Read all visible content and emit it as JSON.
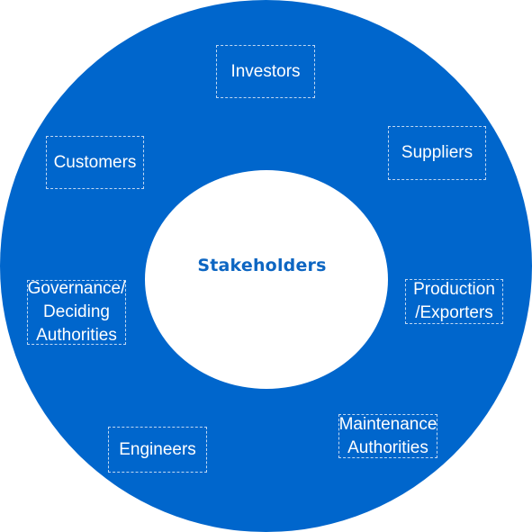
{
  "colors": {
    "ring": "#0066cc",
    "center_text": "#0d66c2",
    "background": "#ffffff",
    "node_text": "#ffffff"
  },
  "diagram": {
    "center_label": "Stakeholders",
    "nodes": [
      {
        "id": "investors",
        "label": "Investors"
      },
      {
        "id": "suppliers",
        "label": "Suppliers"
      },
      {
        "id": "customers",
        "label": "Customers"
      },
      {
        "id": "production",
        "label": "Production\n/Exporters"
      },
      {
        "id": "governance",
        "label": "Governance/\nDeciding\nAuthorities"
      },
      {
        "id": "maintenance",
        "label": "Maintenance\nAuthorities"
      },
      {
        "id": "engineers",
        "label": "Engineers"
      }
    ]
  }
}
